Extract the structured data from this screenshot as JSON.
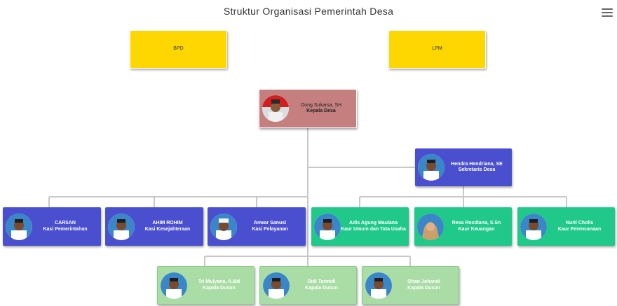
{
  "title": "Struktur Organisasi Pemerintah Desa",
  "menu_icon": "hamburger-menu-icon",
  "colors": {
    "head": "#c57f7f",
    "secretary": "#4a4fd0",
    "kasi": "#4a4fd0",
    "kaur": "#20c98a",
    "kadus": "#a9dda5",
    "body": "#ffd700",
    "connector": "#c8c8c8"
  },
  "bpd": {
    "label": "BPD"
  },
  "lpm": {
    "label": "LPM"
  },
  "head": {
    "name": "Oong Sukarsa, SH",
    "role": "Kepala Desa"
  },
  "secretary": {
    "name": "Hendra Hendriana, SE",
    "role": "Sekretaris Desa"
  },
  "kasi": [
    {
      "name": "CARSAN",
      "role": "Kasi Pemerintahan"
    },
    {
      "name": "AHIM ROHIM",
      "role": "Kasi Kesejahteraan"
    },
    {
      "name": "Anwar Sanusi",
      "role": "Kasi Pelayanan"
    }
  ],
  "kaur": [
    {
      "name": "Adis Agung Maulana",
      "role": "Kaur Umum dan Tata Usaha"
    },
    {
      "name": "Resa Rosdiana, S.Sn",
      "role": "Kaur Keuangan"
    },
    {
      "name": "Nuril Cholis",
      "role": "Kaur Perencanaan"
    }
  ],
  "kadus": [
    {
      "name": "Tri Mulyana, A.Md",
      "role": "Kapala Dusun"
    },
    {
      "name": "Didi Tarmidi",
      "role": "Kapala Dusun"
    },
    {
      "name": "Ohan Johandi",
      "role": "Kapala Dusun"
    }
  ]
}
